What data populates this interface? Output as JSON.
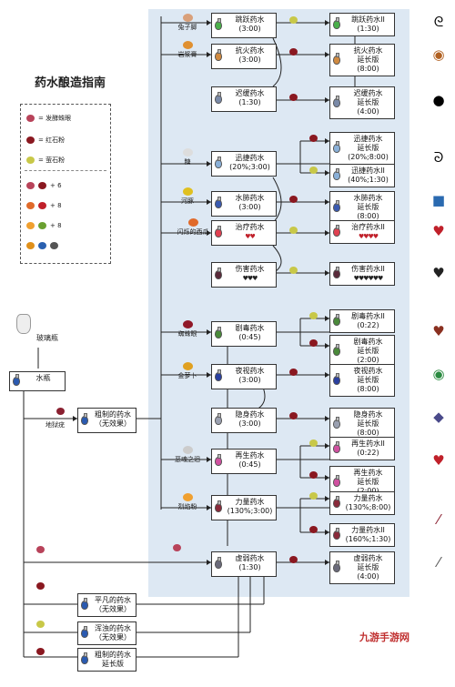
{
  "title": "药水酿造指南",
  "legend": {
    "fermented_eye": "= 发酵蛛眼",
    "redstone": "= 红石粉",
    "glowstone": "= 萤石粉",
    "eq1": "+ 6",
    "eq2": "+ 8",
    "eq3": "+ 8"
  },
  "water_bottle_label": "玻璃瓶",
  "water_label": "水瓶",
  "netherwart_label": "地狱疣",
  "ingredients": {
    "rabbit_foot": "兔子脚",
    "magma_cream": "岩浆膏",
    "sugar": "糖",
    "pufferfish": "河豚",
    "melon": "闪烁的西瓜",
    "spider_eye": "蜘蛛眼",
    "carrot": "金萝卜",
    "ghast_tear": "恶魂之泪",
    "blaze_powder": "烈焰粉"
  },
  "awkward": {
    "name": "粗制的药水",
    "sub": "（无效果）"
  },
  "mundane": {
    "name": "平凡的药水",
    "sub": "（无效果）"
  },
  "thick": {
    "name": "浑浊的药水",
    "sub": "（无效果）"
  },
  "mundane_ext": {
    "name": "粗制的药水",
    "sub": "延长版"
  },
  "potions": [
    {
      "name": "跳跃药水",
      "time": "(3:00)"
    },
    {
      "name": "抗火药水",
      "time": "(3:00)"
    },
    {
      "name": "迟缓药水",
      "time": "(1:30)"
    },
    {
      "name": "迅捷药水",
      "time": "(20%;3:00)"
    },
    {
      "name": "水肺药水",
      "time": "(3:00)"
    },
    {
      "name": "治疗药水",
      "time": ""
    },
    {
      "name": "伤害药水",
      "time": ""
    },
    {
      "name": "剧毒药水",
      "time": "(0:45)"
    },
    {
      "name": "夜视药水",
      "time": "(3:00)"
    },
    {
      "name": "隐身药水",
      "time": "(3:00)"
    },
    {
      "name": "再生药水",
      "time": "(0:45)"
    },
    {
      "name": "力量药水",
      "time": "(130%;3:00)"
    },
    {
      "name": "虚弱药水",
      "time": "(1:30)"
    }
  ],
  "upgrades": [
    {
      "name": "跳跃药水II",
      "time": "(1:30)"
    },
    {
      "name": "抗火药水",
      "time": "延长版",
      "time2": "(8:00)"
    },
    {
      "name": "迟缓药水",
      "time": "延长版",
      "time2": "(4:00)"
    },
    {
      "name": "迅捷药水",
      "time": "延长版",
      "time2": "(20%;8:00)"
    },
    {
      "name": "迅捷药水II",
      "time": "(40%;1:30)"
    },
    {
      "name": "水肺药水",
      "time": "延长版",
      "time2": "(8:00)"
    },
    {
      "name": "治疗药水II",
      "time": ""
    },
    {
      "name": "伤害药水II",
      "time": ""
    },
    {
      "name": "剧毒药水II",
      "time": "(0:22)"
    },
    {
      "name": "剧毒药水",
      "time": "延长版",
      "time2": "(2:00)"
    },
    {
      "name": "夜视药水",
      "time": "延长版",
      "time2": "(8:00)"
    },
    {
      "name": "隐身药水",
      "time": "延长版",
      "time2": "(8:00)"
    },
    {
      "name": "再生药水II",
      "time": "(0:22)"
    },
    {
      "name": "再生药水",
      "time": "延长版",
      "time2": "(2:00)"
    },
    {
      "name": "力量药水",
      "time": "(130%;8:00)"
    },
    {
      "name": "力量药水II",
      "time": "(160%;1:30)"
    },
    {
      "name": "虚弱药水",
      "time": "延长版",
      "time2": "(4:00)"
    }
  ],
  "watermark": "九游手游网",
  "colors": {
    "panel": "#dde8f3",
    "line": "#222222",
    "heart": "#c0202a"
  }
}
